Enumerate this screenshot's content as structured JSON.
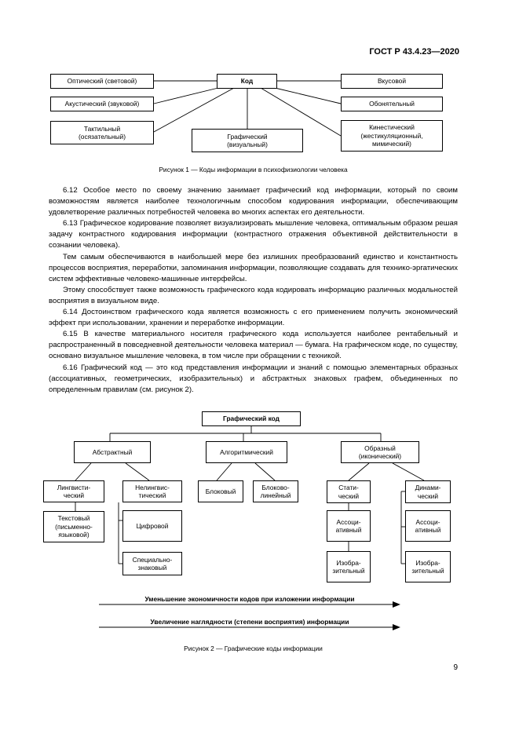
{
  "header": {
    "standard": "ГОСТ Р 43.4.23—2020"
  },
  "figure1": {
    "center": "Код",
    "left": [
      "Оптический (световой)",
      "Акустический (звуковой)",
      "Тактильный\n(осязательный)"
    ],
    "right": [
      "Вкусовой",
      "Обонятельный",
      "Кинестический\n(жестикуляционный,\nмимический)"
    ],
    "bottom": "Графический\n(визуальный)",
    "caption": "Рисунок 1 — Коды информации в психофизиологии человека"
  },
  "paragraphs": [
    "6.12 Особое место по своему значению занимает графический код информации, который по своим возможностям является наиболее технологичным способом кодирования информации, обеспечивающим удовлетворение различных потребностей человека во многих аспектах его деятельности.",
    "6.13 Графическое кодирование позволяет визуализировать мышление человека, оптимальным образом решая задачу контрастного кодирования информации (контрастного отражения объективной действительности в сознании человека).",
    "Тем самым обеспечиваются в наибольшей мере без излишних преобразований единство и константность процессов восприятия, переработки, запоминания информации, позволяющие создавать для технико-эргатических систем эффективные человеко-машинные интерфейсы.",
    "Этому способствует также возможность графического кода кодировать информацию различных модальностей восприятия в визуальном виде.",
    "6.14 Достоинством графического кода является возможность с его применением получить экономический эффект при использовании, хранении и переработке информации.",
    "6.15 В качестве материального носителя графического кода используется наиболее рентабельный и распространенный в повседневной деятельности человека материал — бумага. На графическом коде, по существу, основано визуальное мышление человека, в том числе при обращении с техникой.",
    "6.16 Графический код — это код представления информации и знаний с помощью элементарных образных (ассоциативных, геометрических, изобразительных) и абстрактных знаковых графем, объединенных по определенным правилам (см. рисунок 2)."
  ],
  "figure2": {
    "root": "Графический код",
    "level1": [
      "Абстрактный",
      "Алгоритмический",
      "Образный\n(иконический)"
    ],
    "abstract": {
      "linguistic": "Лингвисти-\nческий",
      "nonlinguistic": "Нелингвис-\nтический",
      "textual": "Текстовый\n(письменно-\nязыковой)",
      "digital": "Цифровой",
      "special": "Специально-\nзнаковый"
    },
    "algorithmic": [
      "Блоковый",
      "Блоково-\nлинейный"
    ],
    "figurative": {
      "static": "Стати-\nческий",
      "dynamic": "Динами-\nческий",
      "assoc1": "Ассоци-\nативный",
      "assoc2": "Ассоци-\nативный",
      "visual1": "Изобра-\nзительный",
      "visual2": "Изобра-\nзительный"
    },
    "arrow1": "Уменьшение экономичности кодов при изложении информации",
    "arrow2": "Увеличение наглядности (степени восприятия) информации",
    "caption": "Рисунок 2 — Графические коды информации"
  },
  "page_number": "9"
}
